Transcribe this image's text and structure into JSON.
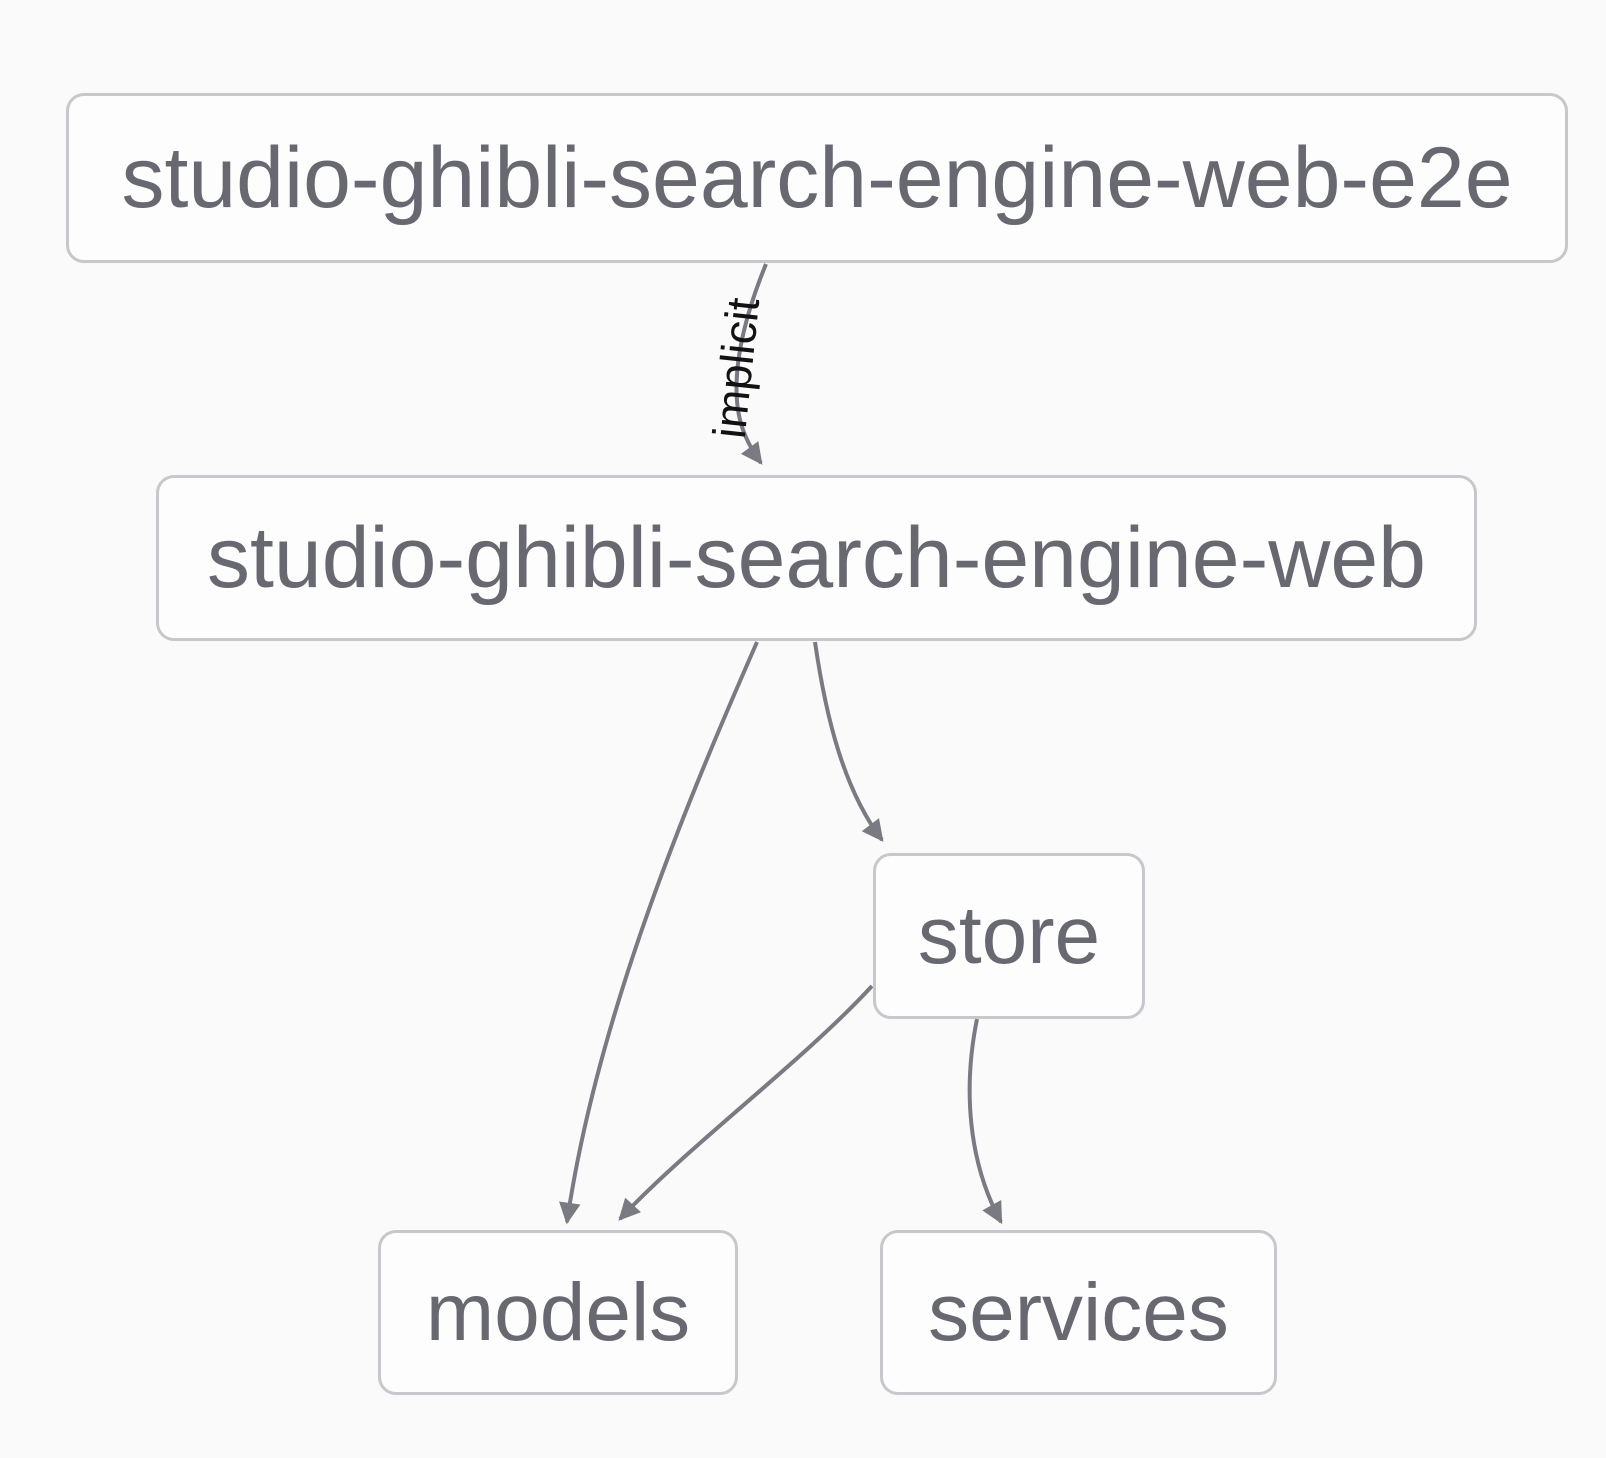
{
  "diagram": {
    "type": "dependency-graph",
    "nodes": [
      {
        "id": "studio-ghibli-search-engine-web-e2e",
        "label": "studio-ghibli-search-engine-web-e2e"
      },
      {
        "id": "studio-ghibli-search-engine-web",
        "label": "studio-ghibli-search-engine-web"
      },
      {
        "id": "store",
        "label": "store"
      },
      {
        "id": "models",
        "label": "models"
      },
      {
        "id": "services",
        "label": "services"
      }
    ],
    "edges": [
      {
        "from": "studio-ghibli-search-engine-web-e2e",
        "to": "studio-ghibli-search-engine-web",
        "label": "implicit"
      },
      {
        "from": "studio-ghibli-search-engine-web",
        "to": "models",
        "label": ""
      },
      {
        "from": "studio-ghibli-search-engine-web",
        "to": "store",
        "label": ""
      },
      {
        "from": "store",
        "to": "models",
        "label": ""
      },
      {
        "from": "store",
        "to": "services",
        "label": ""
      }
    ],
    "colors": {
      "background": "#fbfafa",
      "node_fill": "#fdfdfe",
      "node_border": "#c7c7cc",
      "node_text": "#686871",
      "edge": "#7a7a82",
      "edge_label_text": "#121212"
    }
  }
}
